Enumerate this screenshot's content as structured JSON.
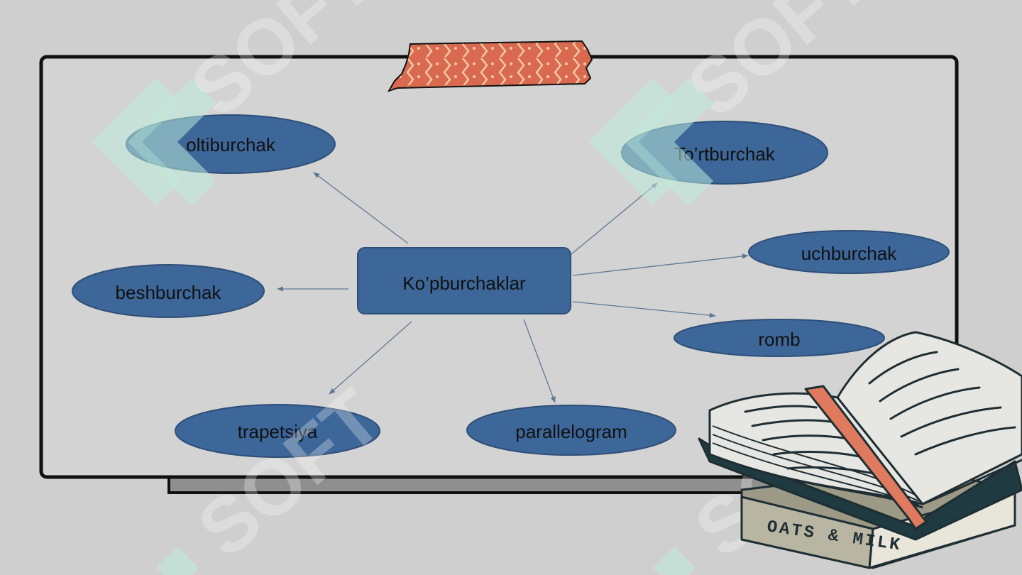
{
  "colors": {
    "background": "#cfcfcf",
    "frame_fill": "#d3d3d3",
    "frame_stroke": "#111111",
    "shadow": "#8f8f8f",
    "node_fill": "#3d6699",
    "node_stroke": "#2e4f78",
    "arrow": "#5f7892",
    "tape": "#d9694f",
    "watermark": "#ffffff",
    "watermark_mark": "#bfeedd"
  },
  "diagram": {
    "center": {
      "label": "Ko’pburchaklar"
    },
    "nodes": [
      {
        "id": "oltiburchak",
        "label": "oltiburchak"
      },
      {
        "id": "tortburchak",
        "label": "To’rtburchak"
      },
      {
        "id": "uchburchak",
        "label": "uchburchak"
      },
      {
        "id": "beshburchak",
        "label": "beshburchak"
      },
      {
        "id": "romb",
        "label": "romb"
      },
      {
        "id": "trapetsiya",
        "label": "trapetsiya"
      },
      {
        "id": "parallelogram",
        "label": "parallelogram"
      }
    ]
  },
  "decor": {
    "book_cover_text": "OATS & MILK",
    "watermark_text": "SOFT",
    "icons": [
      "washi-tape-icon",
      "books-illustration-icon",
      "watermark-logo-icon"
    ]
  }
}
